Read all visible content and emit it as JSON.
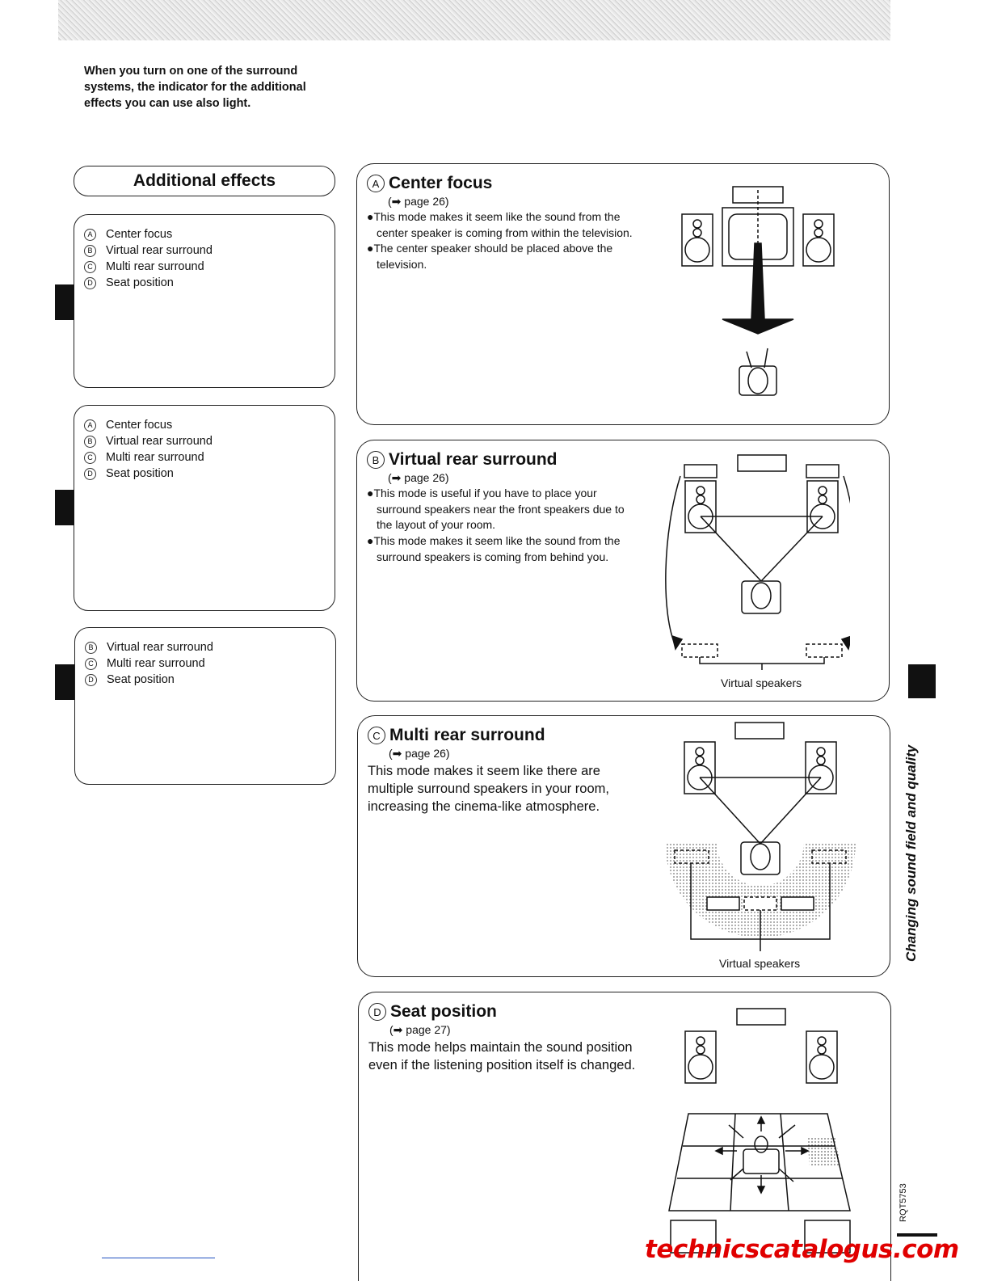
{
  "intro": "When you turn on one of the surround systems, the indicator for the additional effects you can use also light.",
  "additional_effects": "Additional effects",
  "box1": [
    {
      "mark": "A",
      "label": "Center focus"
    },
    {
      "mark": "B",
      "label": "Virtual rear surround"
    },
    {
      "mark": "C",
      "label": "Multi rear surround"
    },
    {
      "mark": "D",
      "label": "Seat position"
    }
  ],
  "box2": [
    {
      "mark": "A",
      "label": "Center focus"
    },
    {
      "mark": "B",
      "label": "Virtual rear surround"
    },
    {
      "mark": "C",
      "label": "Multi rear surround"
    },
    {
      "mark": "D",
      "label": "Seat position"
    }
  ],
  "box3": [
    {
      "mark": "B",
      "label": "Virtual rear surround"
    },
    {
      "mark": "C",
      "label": "Multi rear surround"
    },
    {
      "mark": "D",
      "label": "Seat position"
    }
  ],
  "panels": {
    "a": {
      "mark": "A",
      "title": "Center focus",
      "ref": "(➡ page 26)",
      "bullets": [
        "●This mode makes it seem like the sound from the center speaker is coming from within the television.",
        "●The center speaker should be placed above the television."
      ]
    },
    "b": {
      "mark": "B",
      "title": "Virtual rear surround",
      "ref": "(➡ page 26)",
      "bullets": [
        "●This mode is useful if you have to place your surround speakers near the front speakers due to the layout of your room.",
        "●This mode makes it seem like the sound from the surround speakers is coming from behind you."
      ],
      "caption": "Virtual speakers"
    },
    "c": {
      "mark": "C",
      "title": "Multi rear surround",
      "ref": "(➡ page 26)",
      "text": "This mode makes it seem like there are multiple surround speakers in your room, increasing the cinema-like atmosphere.",
      "caption": "Virtual speakers"
    },
    "d": {
      "mark": "D",
      "title": "Seat position",
      "ref": "(➡ page 27)",
      "text": "This mode helps maintain the sound position even if the listening position itself is changed."
    }
  },
  "side_title": "Changing sound field and quality",
  "doc_code": "RQT5753",
  "watermark": "technicscatalogus.com"
}
